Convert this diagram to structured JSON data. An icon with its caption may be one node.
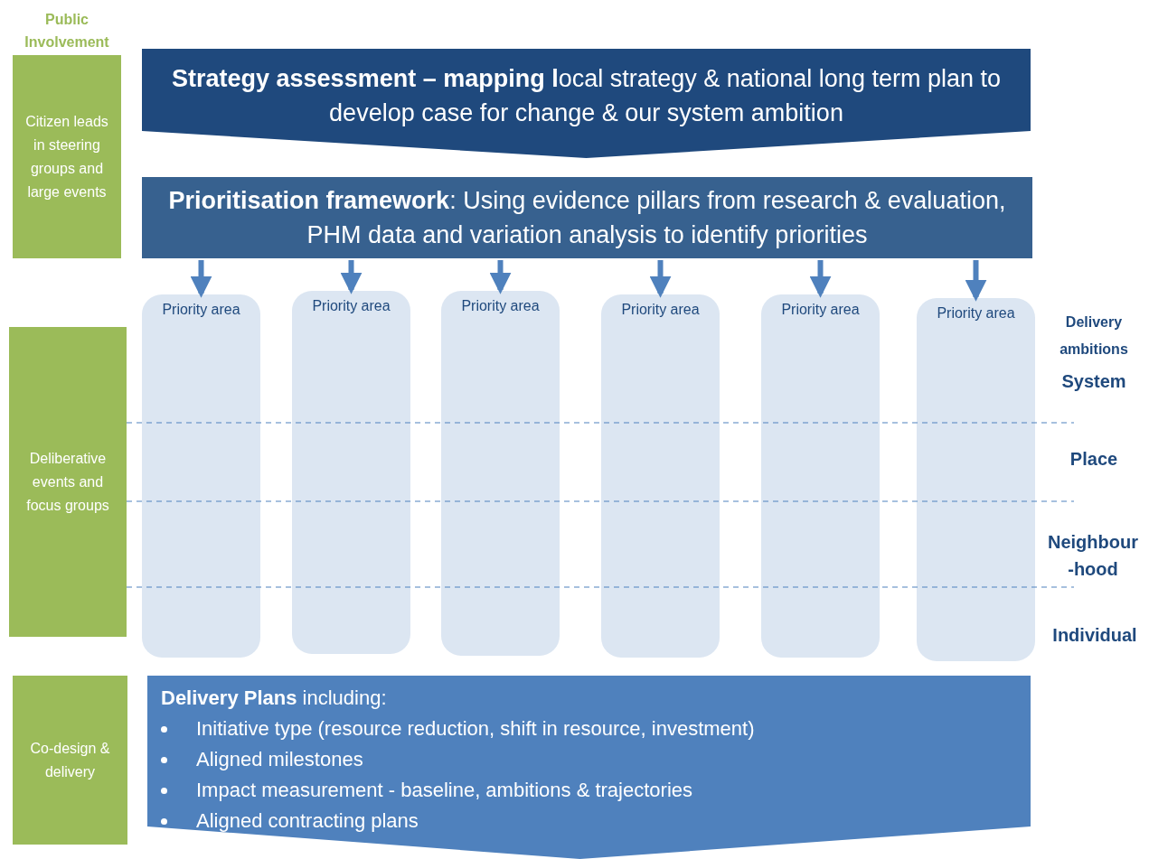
{
  "diagram": {
    "nodes": [
      {
        "text": [
          "Public Involvement",
          "Citizen leads in steering groups and large events"
        ]
      },
      {
        "text": [
          "Deliberative events and focus groups"
        ]
      },
      {
        "text": [
          "Co-design & delivery"
        ]
      },
      {
        "text": [
          "**Strategy assessment – mapping l**ocal strategy & national long term plan to develop case for change & our system ambition"
        ]
      },
      {
        "text": [
          "**Prioritisation framework**: Using evidence pillars from research & evaluation, PHM data and variation analysis to identify priorities"
        ]
      },
      {
        "text": [
          "Priority area"
        ]
      },
      {
        "text": [
          "Priority area"
        ]
      },
      {
        "text": [
          "Priority area"
        ]
      },
      {
        "text": [
          "Priority area"
        ]
      },
      {
        "text": [
          "Priority area"
        ]
      },
      {
        "text": [
          "Priority area"
        ]
      },
      {
        "text": [
          "**Delivery Plans** including:",
          "Initiative type (resource reduction, shift in resource, investment)",
          "Aligned milestones",
          "Impact measurement - baseline, ambitions & trajectories",
          "Aligned contracting plans"
        ]
      }
    ],
    "edges": [
      {
        "from": 4,
        "to": 5,
        "arrow": "to"
      },
      {
        "from": 4,
        "to": 6,
        "arrow": "to"
      },
      {
        "from": 4,
        "to": 7,
        "arrow": "to"
      },
      {
        "from": 4,
        "to": 8,
        "arrow": "to"
      },
      {
        "from": 4,
        "to": 9,
        "arrow": "to"
      },
      {
        "from": 4,
        "to": 10,
        "arrow": "to"
      }
    ],
    "labels": [
      "Delivery ambitions",
      "System",
      "Place",
      "Neighbour -hood",
      "Individual"
    ]
  }
}
